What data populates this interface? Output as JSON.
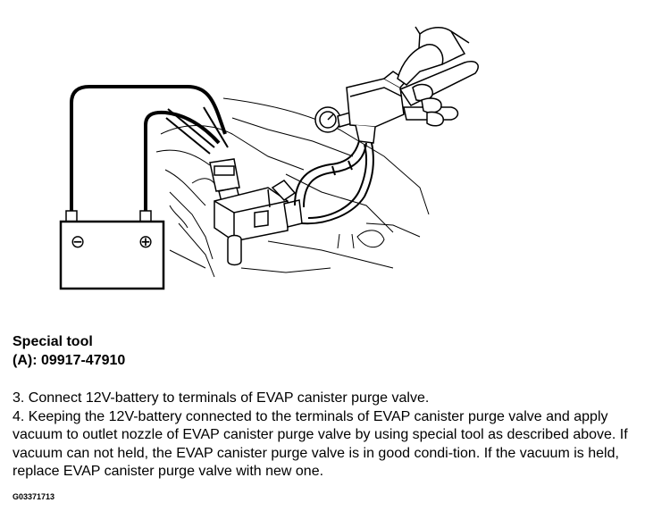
{
  "figure": {
    "battery_negative_symbol": "⊖",
    "battery_positive_symbol": "⊕"
  },
  "special_tool": {
    "heading": "Special tool",
    "part": "(A): 09917-47910"
  },
  "steps": [
    "3. Connect 12V-battery to terminals of EVAP canister purge valve.",
    "4. Keeping the 12V-battery connected to the terminals of EVAP canister purge valve and apply vacuum to outlet nozzle of EVAP canister purge valve by using special tool as described above. If vacuum can not held, the EVAP canister purge valve is in good condi-tion. If the vacuum is held, replace EVAP canister purge valve with new one."
  ],
  "figure_code": "G03371713"
}
